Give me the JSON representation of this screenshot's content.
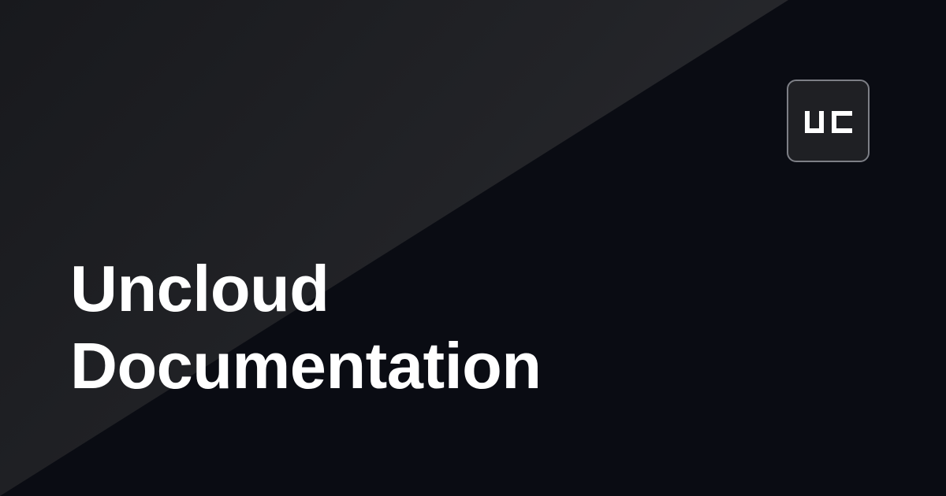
{
  "title": {
    "line1": "Uncloud",
    "line2": "Documentation"
  },
  "logo": {
    "text": "UC",
    "icon": "uc-logo-icon"
  },
  "colors": {
    "background_dark": "#0a0c13",
    "background_diagonal_light": "#2a2b30",
    "background_diagonal_dark": "#141518",
    "title_text": "#ffffff",
    "logo_border": "#7d7f86",
    "logo_fill": "#1f2024"
  }
}
